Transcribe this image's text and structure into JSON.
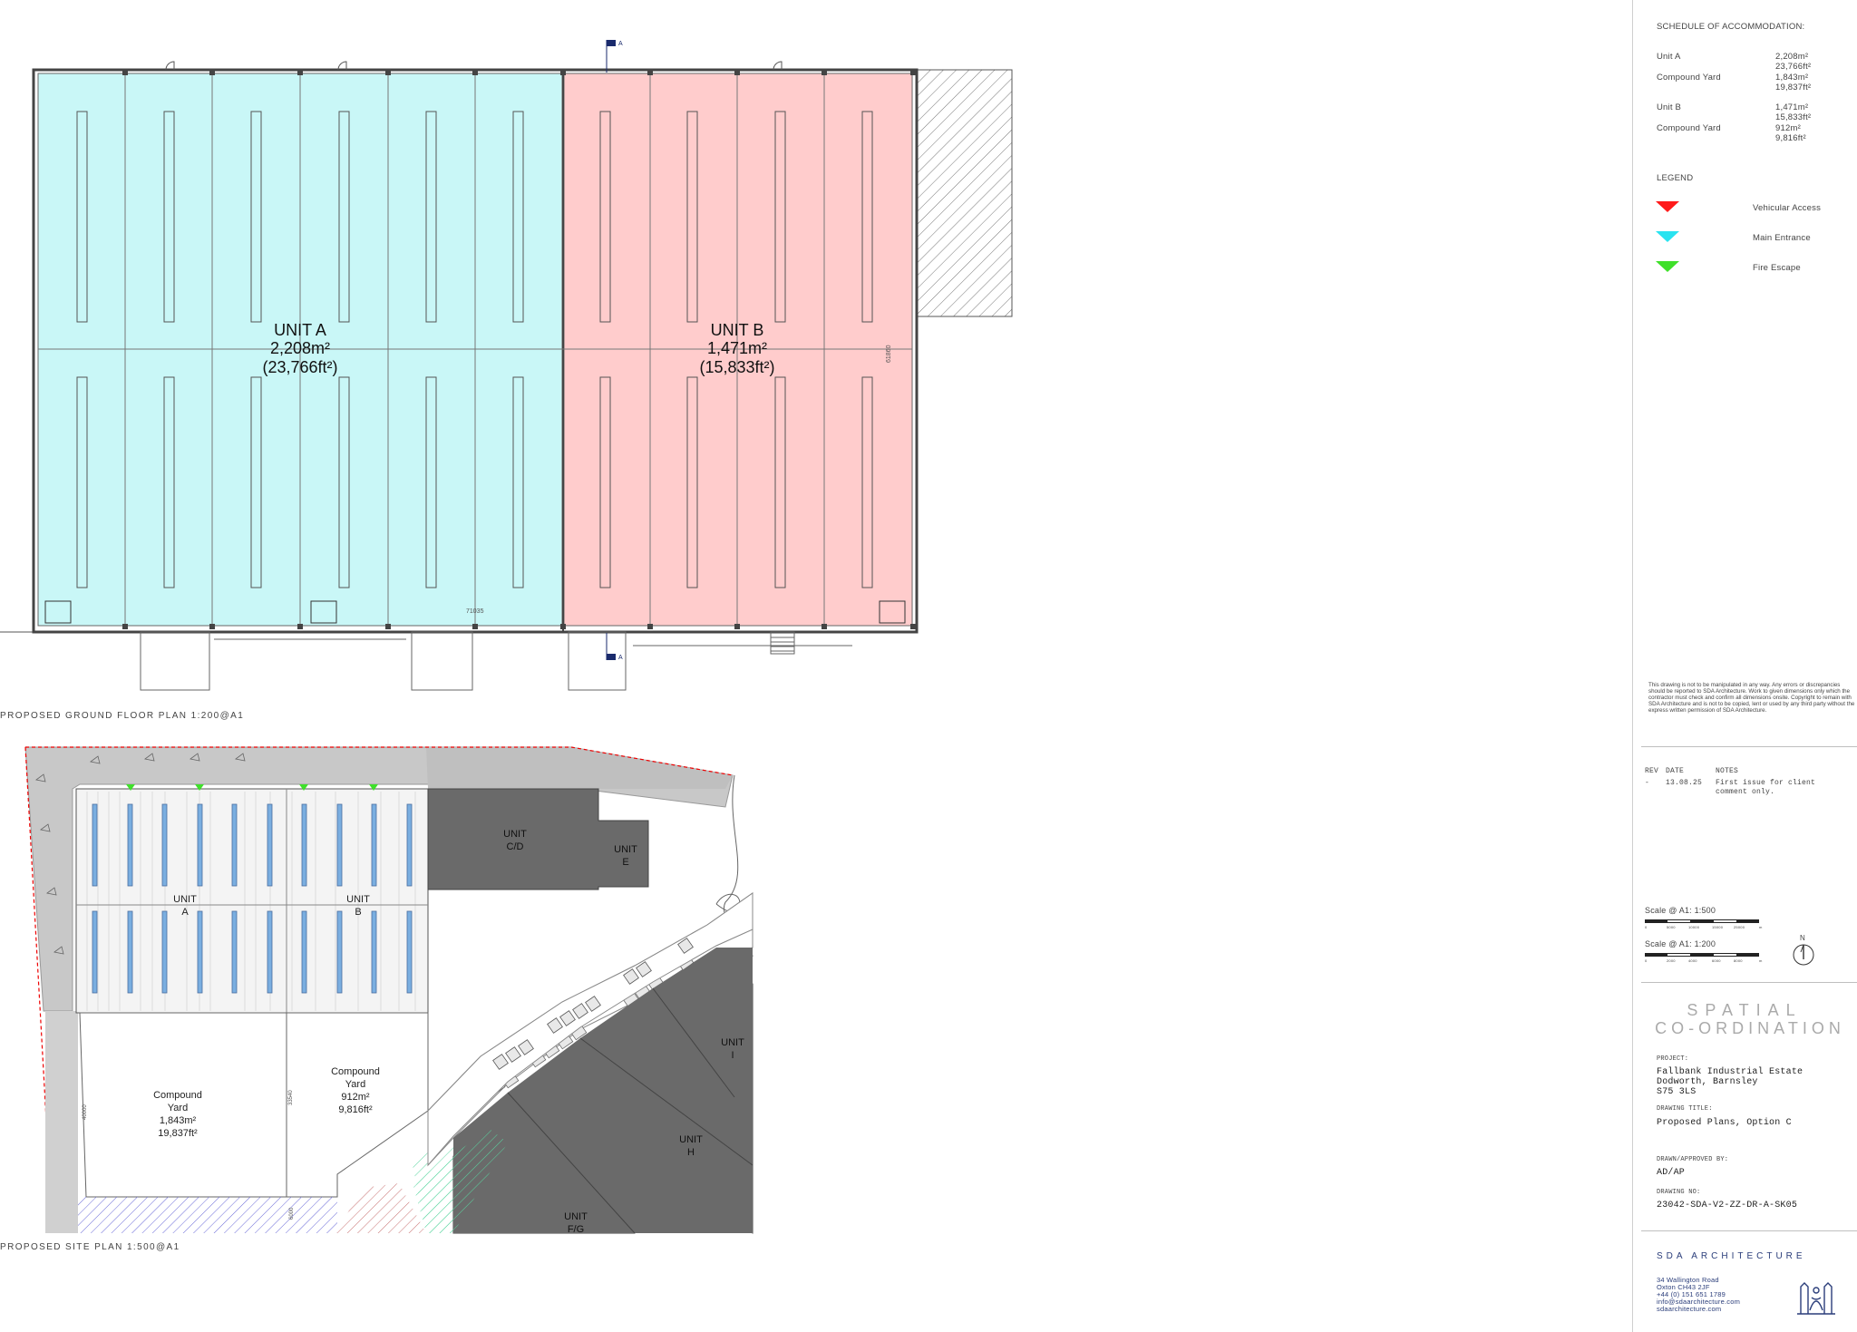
{
  "floor_plan": {
    "unit_a": {
      "name": "UNIT A",
      "area_m2": "2,208m²",
      "area_ft2": "(23,766ft²)"
    },
    "unit_b": {
      "name": "UNIT B",
      "area_m2": "1,471m²",
      "area_ft2": "(15,833ft²)"
    },
    "section_marker": "A",
    "dim_width": "71035",
    "dim_depth": "61860",
    "caption": "PROPOSED GROUND FLOOR PLAN 1:200@A1"
  },
  "site_plan": {
    "unit_a_label": [
      "UNIT",
      "A"
    ],
    "unit_b_label": [
      "UNIT",
      "B"
    ],
    "unit_cd_label": [
      "UNIT",
      "C/D"
    ],
    "unit_e_label": [
      "UNIT",
      "E"
    ],
    "unit_i_label": [
      "UNIT",
      "I"
    ],
    "unit_h_label": [
      "UNIT",
      "H"
    ],
    "unit_fg_label": [
      "UNIT",
      "F/G"
    ],
    "yard_a": [
      "Compound",
      "Yard",
      "1,843m²",
      "19,837ft²"
    ],
    "yard_b": [
      "Compound",
      "Yard",
      "912m²",
      "9,816ft²"
    ],
    "dim_yard_a": "40000",
    "dim_yard_b": "33540",
    "dim_bottom": "6000",
    "caption": "PROPOSED SITE PLAN 1:500@A1"
  },
  "schedule": {
    "title": "SCHEDULE OF ACCOMMODATION:",
    "rows": [
      {
        "label": "Unit A",
        "v1": "2,208m²",
        "v2": "23,766ft²"
      },
      {
        "label": "Compound Yard",
        "v1": "1,843m²",
        "v2": "19,837ft²"
      },
      {
        "label": "Unit B",
        "v1": "1,471m²",
        "v2": "15,833ft²"
      },
      {
        "label": "Compound Yard",
        "v1": "912m²",
        "v2": "9,816ft²"
      }
    ]
  },
  "legend": {
    "title": "LEGEND",
    "items": [
      {
        "label": "Vehicular Access",
        "color": "#ff1a1a"
      },
      {
        "label": "Main Entrance",
        "color": "#29e3f0"
      },
      {
        "label": "Fire Escape",
        "color": "#3fe02a"
      }
    ]
  },
  "disclaimer": "This drawing is not to be manipulated in any way. Any errors or discrepancies should be reported to SDA Architecture. Work to given dimensions only which the contractor must check and confirm all dimensions onsite. Copyright to remain with SDA Architecture and is not to be copied, lent or used by any third party without the express written permission of SDA Architecture.",
  "revisions": {
    "headers": {
      "rev": "REV",
      "date": "DATE",
      "notes": "NOTES"
    },
    "rows": [
      {
        "rev": "-",
        "date": "13.08.25",
        "notes": "First issue for client comment only."
      }
    ]
  },
  "scales": {
    "scale1": "Scale @ A1: 1:500",
    "scale1_ticks": [
      "0",
      "5000",
      "10000",
      "15000",
      "25000",
      "m"
    ],
    "scale2": "Scale @ A1: 1:200",
    "scale2_ticks": [
      "0",
      "2000",
      "4000",
      "6000",
      "8000",
      "m"
    ],
    "north": "N"
  },
  "client_logo": {
    "line1": "SPATIAL",
    "line2": "CO-ORDINATION"
  },
  "project": {
    "project_label": "PROJECT:",
    "project_lines": [
      "Fallbank Industrial Estate",
      "Dodworth, Barnsley",
      "S75 3LS"
    ],
    "title_label": "DRAWING TITLE:",
    "title": "Proposed Plans, Option C",
    "drawn_label": "DRAWN/APPROVED BY:",
    "drawn": "AD/AP",
    "number_label": "DRAWING NO:",
    "number": "23042-SDA-V2-ZZ-DR-A-SK05"
  },
  "company": {
    "name": "SDA ARCHITECTURE",
    "address": [
      "34 Wallington Road",
      "Oxton CH43 2JF",
      "+44 (0) 151 651 1789",
      "info@sdaarchitecture.com",
      "sdaarchitecture.com"
    ]
  }
}
